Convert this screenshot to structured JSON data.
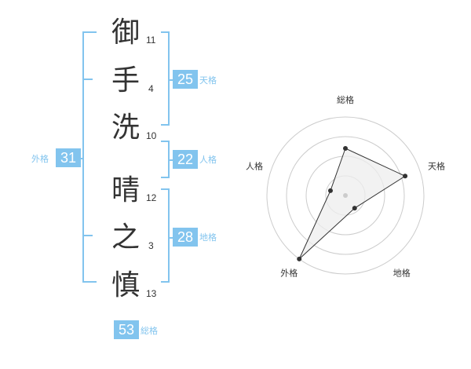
{
  "name": {
    "chars": [
      {
        "char": "御",
        "strokes": "11"
      },
      {
        "char": "手",
        "strokes": "4"
      },
      {
        "char": "洗",
        "strokes": "10"
      },
      {
        "char": "晴",
        "strokes": "12"
      },
      {
        "char": "之",
        "strokes": "3"
      },
      {
        "char": "慎",
        "strokes": "13"
      }
    ]
  },
  "kakusu": {
    "tenkaku": {
      "value": "25",
      "label": "天格"
    },
    "jinkaku": {
      "value": "22",
      "label": "人格"
    },
    "chikaku": {
      "value": "28",
      "label": "地格"
    },
    "gaikaku": {
      "value": "31",
      "label": "外格"
    },
    "soukaku": {
      "value": "53",
      "label": "総格"
    }
  },
  "chart_data": {
    "type": "radar",
    "axes": [
      "総格",
      "天格",
      "地格",
      "外格",
      "人格"
    ],
    "values": [
      3,
      4,
      1,
      5,
      1
    ],
    "rmax": 5,
    "rings": 4,
    "colors": {
      "fill": "#eeeeee",
      "line": "#333333",
      "point": "#333333",
      "grid": "#cccccc"
    }
  },
  "colors": {
    "accent": "#82c4ee"
  }
}
